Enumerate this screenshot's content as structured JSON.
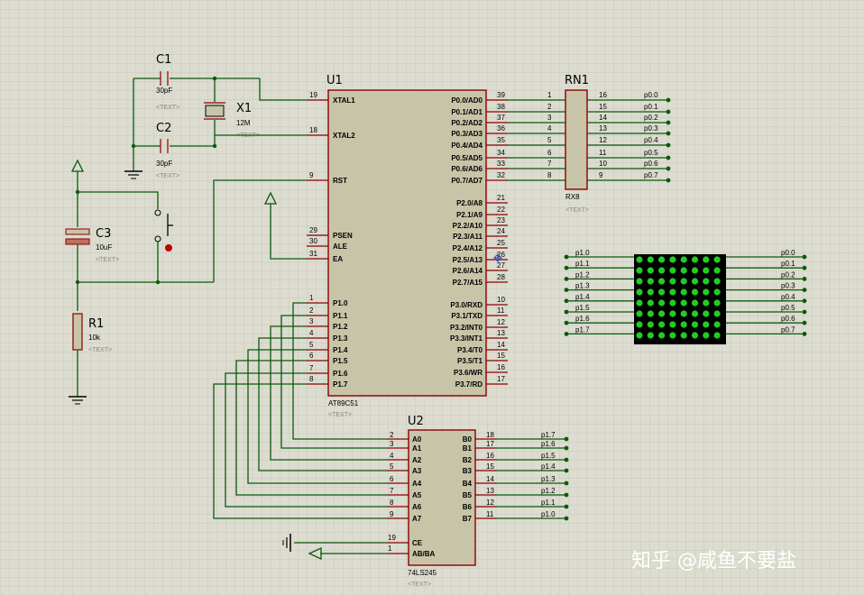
{
  "u1": {
    "ref": "U1",
    "part": "AT89C51",
    "text": "<TEXT>",
    "left_pins": [
      {
        "num": "19",
        "name": "XTAL1"
      },
      {
        "num": "18",
        "name": "XTAL2"
      },
      {
        "num": "9",
        "name": "RST"
      },
      {
        "num": "29",
        "name": "PSEN"
      },
      {
        "num": "30",
        "name": "ALE"
      },
      {
        "num": "31",
        "name": "EA"
      },
      {
        "num": "1",
        "name": "P1.0"
      },
      {
        "num": "2",
        "name": "P1.1"
      },
      {
        "num": "3",
        "name": "P1.2"
      },
      {
        "num": "4",
        "name": "P1.3"
      },
      {
        "num": "5",
        "name": "P1.4"
      },
      {
        "num": "6",
        "name": "P1.5"
      },
      {
        "num": "7",
        "name": "P1.6"
      },
      {
        "num": "8",
        "name": "P1.7"
      }
    ],
    "right_pins": [
      {
        "num": "39",
        "name": "P0.0/AD0"
      },
      {
        "num": "38",
        "name": "P0.1/AD1"
      },
      {
        "num": "37",
        "name": "P0.2/AD2"
      },
      {
        "num": "36",
        "name": "P0.3/AD3"
      },
      {
        "num": "35",
        "name": "P0.4/AD4"
      },
      {
        "num": "34",
        "name": "P0.5/AD5"
      },
      {
        "num": "33",
        "name": "P0.6/AD6"
      },
      {
        "num": "32",
        "name": "P0.7/AD7"
      },
      {
        "num": "21",
        "name": "P2.0/A8"
      },
      {
        "num": "22",
        "name": "P2.1/A9"
      },
      {
        "num": "23",
        "name": "P2.2/A10"
      },
      {
        "num": "24",
        "name": "P2.3/A11"
      },
      {
        "num": "25",
        "name": "P2.4/A12"
      },
      {
        "num": "26",
        "name": "P2.5/A13"
      },
      {
        "num": "27",
        "name": "P2.6/A14"
      },
      {
        "num": "28",
        "name": "P2.7/A15"
      },
      {
        "num": "10",
        "name": "P3.0/RXD"
      },
      {
        "num": "11",
        "name": "P3.1/TXD"
      },
      {
        "num": "12",
        "name": "P3.2/INT0"
      },
      {
        "num": "13",
        "name": "P3.3/INT1"
      },
      {
        "num": "14",
        "name": "P3.4/T0"
      },
      {
        "num": "15",
        "name": "P3.5/T1"
      },
      {
        "num": "16",
        "name": "P3.6/WR"
      },
      {
        "num": "17",
        "name": "P3.7/RD"
      }
    ]
  },
  "u2": {
    "ref": "U2",
    "part": "74LS245",
    "text": "<TEXT>",
    "a_pins": [
      {
        "num": "2",
        "name": "A0"
      },
      {
        "num": "3",
        "name": "A1"
      },
      {
        "num": "4",
        "name": "A2"
      },
      {
        "num": "5",
        "name": "A3"
      },
      {
        "num": "6",
        "name": "A4"
      },
      {
        "num": "7",
        "name": "A5"
      },
      {
        "num": "8",
        "name": "A6"
      },
      {
        "num": "9",
        "name": "A7"
      }
    ],
    "ctrl_pins": [
      {
        "num": "19",
        "name": "CE"
      },
      {
        "num": "1",
        "name": "AB/BA"
      }
    ],
    "b_pins": [
      {
        "num": "18",
        "name": "B0",
        "net": "p1.7"
      },
      {
        "num": "17",
        "name": "B1",
        "net": "p1.6"
      },
      {
        "num": "16",
        "name": "B2",
        "net": "p1.5"
      },
      {
        "num": "15",
        "name": "B3",
        "net": "p1.4"
      },
      {
        "num": "14",
        "name": "B4",
        "net": "p1.3"
      },
      {
        "num": "13",
        "name": "B5",
        "net": "p1.2"
      },
      {
        "num": "12",
        "name": "B6",
        "net": "p1.1"
      },
      {
        "num": "11",
        "name": "B7",
        "net": "p1.0"
      }
    ]
  },
  "rn1": {
    "ref": "RN1",
    "part": "RX8",
    "text": "<TEXT>",
    "left_nums": [
      "1",
      "2",
      "3",
      "4",
      "5",
      "6",
      "7",
      "8"
    ],
    "right_nums": [
      "16",
      "15",
      "14",
      "13",
      "12",
      "11",
      "10",
      "9"
    ],
    "nets": [
      "p0.0",
      "p0.1",
      "p0.2",
      "p0.3",
      "p0.4",
      "p0.5",
      "p0.6",
      "p0.7"
    ]
  },
  "c1": {
    "ref": "C1",
    "value": "30pF",
    "text": "<TEXT>"
  },
  "c2": {
    "ref": "C2",
    "value": "30pF",
    "text": "<TEXT>"
  },
  "c3": {
    "ref": "C3",
    "value": "10uF",
    "text": "<TEXT>"
  },
  "x1": {
    "ref": "X1",
    "value": "12M",
    "text": "<TEXT>"
  },
  "r1": {
    "ref": "R1",
    "value": "10k",
    "text": "<TEXT>"
  },
  "matrix": {
    "left_nets": [
      "p1.0",
      "p1.1",
      "p1.2",
      "p1.3",
      "p1.4",
      "p1.5",
      "p1.6",
      "p1.7"
    ],
    "right_nets": [
      "p0.0",
      "p0.1",
      "p0.2",
      "p0.3",
      "p0.4",
      "p0.5",
      "p0.6",
      "p0.7"
    ],
    "rows": 8,
    "cols": 8
  },
  "watermark": "知乎 @咸鱼不要盐",
  "colors": {
    "background": "#dcdcd0",
    "grid": "#c2c2b6",
    "wire": "#0b5a0b",
    "pin": "#8b0000",
    "body": "#c8c4a8",
    "led": "#22cc22"
  }
}
